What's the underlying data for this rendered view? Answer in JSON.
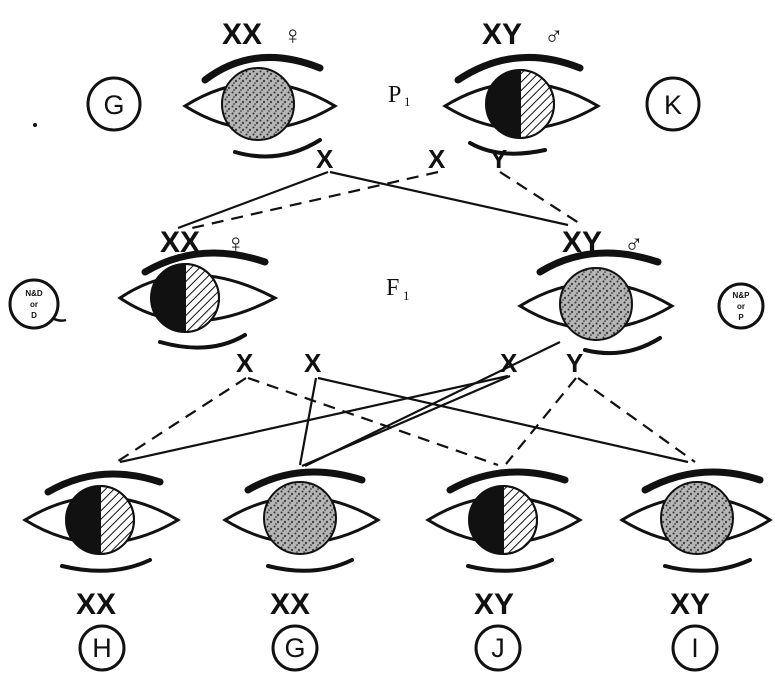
{
  "parents": {
    "generation_label": "P",
    "generation_sub": "1",
    "female": {
      "genotype": "XX",
      "sex_symbol": "♀",
      "circle_letter": "G",
      "iris": "stippled"
    },
    "male": {
      "genotype": "XY",
      "sex_symbol": "♂",
      "circle_letter": "K",
      "iris": "half-dark-half-hatched"
    },
    "gametes": [
      "X",
      "X",
      "Y"
    ]
  },
  "f1": {
    "generation_label": "F",
    "generation_sub": "1",
    "female": {
      "genotype": "XX",
      "sex_symbol": "♀",
      "badge_lines": [
        "N&D",
        "or",
        "D"
      ],
      "iris": "half-dark-half-hatched"
    },
    "male": {
      "genotype": "XY",
      "sex_symbol": "♂",
      "badge_lines": [
        "N&P",
        "or",
        "P"
      ],
      "iris": "stippled"
    },
    "gametes": [
      "X",
      "X",
      "X",
      "Y"
    ]
  },
  "f2": [
    {
      "genotype": "XX",
      "circle_letter": "H",
      "iris": "half-dark-half-hatched"
    },
    {
      "genotype": "XX",
      "circle_letter": "G",
      "iris": "stippled"
    },
    {
      "genotype": "XY",
      "circle_letter": "J",
      "iris": "half-dark-half-hatched"
    },
    {
      "genotype": "XY",
      "circle_letter": "I",
      "iris": "stippled"
    }
  ],
  "colors": {
    "ink": "#111111",
    "stipple": "#9a9a9a",
    "background": "#ffffff"
  }
}
